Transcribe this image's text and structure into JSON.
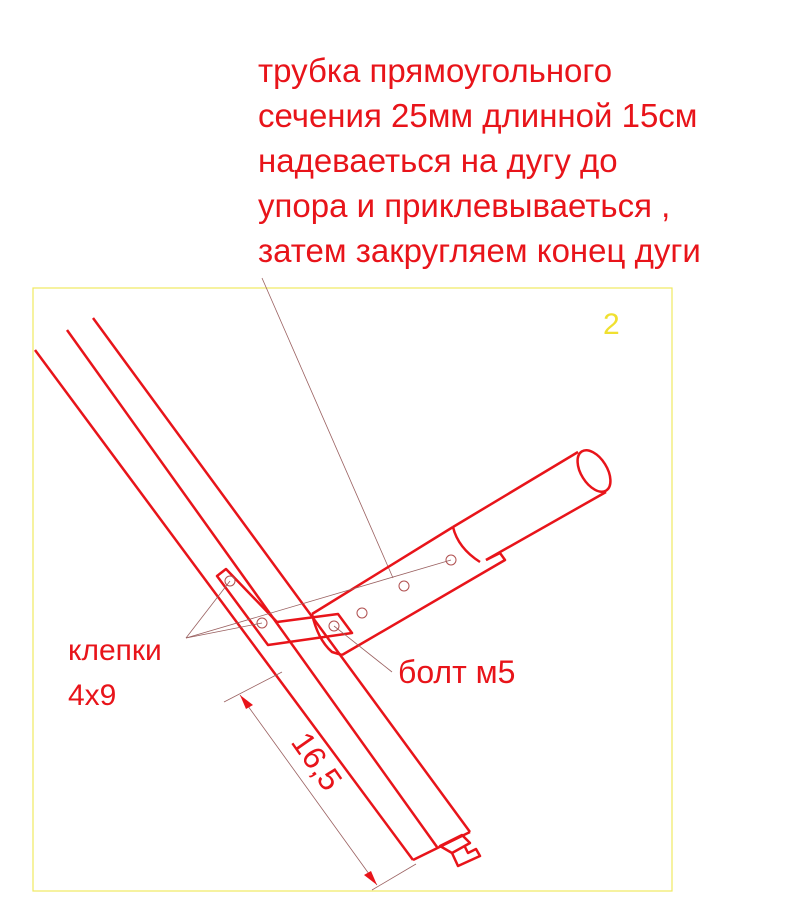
{
  "note": {
    "lines": [
      "трубка прямоугольного",
      "сечения 25мм длинной 15см",
      "надеваеться на дугу до",
      "упора и приклевываеться ,",
      "затем закругляем конец дуги"
    ]
  },
  "sheet_number": "2",
  "labels": {
    "rivets": "клепки",
    "rivets_size": "4х9",
    "bolt": "болт м5",
    "dimension": "16,5"
  },
  "colors": {
    "lines": "#e8141a",
    "frame": "#f0e860"
  }
}
